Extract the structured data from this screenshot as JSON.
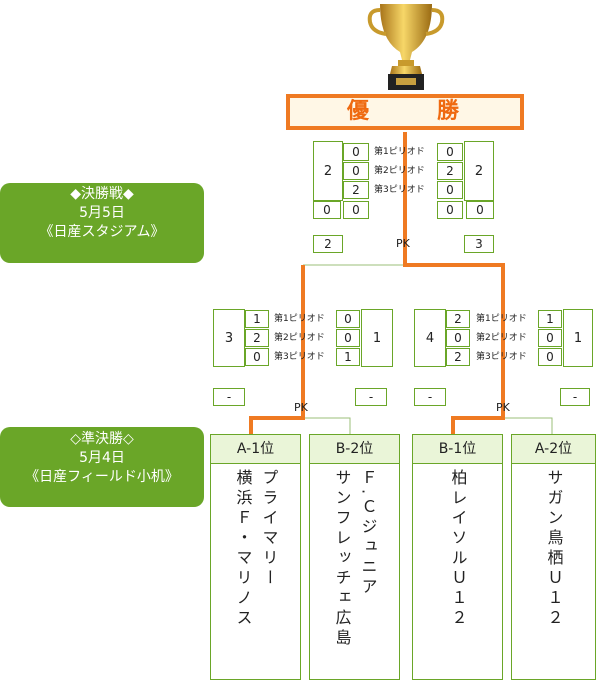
{
  "final": {
    "stage": "◆決勝戦◆",
    "date": "5月5日",
    "venue": "《日産スタジアム》",
    "champion_label": [
      "優",
      "勝"
    ],
    "left_total": "2",
    "right_total": "2",
    "left_periods": [
      "0",
      "0",
      "2"
    ],
    "right_periods": [
      "0",
      "2",
      "0"
    ],
    "left_extra": [
      "0",
      "0"
    ],
    "right_extra": [
      "0",
      "0"
    ],
    "period_labels": [
      "第1ピリオド",
      "第2ピリオド",
      "第3ピリオド"
    ],
    "pk_label": "PK",
    "left_pk": "2",
    "right_pk": "3"
  },
  "semi": {
    "stage": "◇準決勝◇",
    "date": "5月4日",
    "venue": "《日産フィールド小机》",
    "period_labels": [
      "第1ピリオド",
      "第2ピリオド",
      "第3ピリオド"
    ],
    "pk_label": "PK",
    "match1": {
      "left_total": "3",
      "right_total": "1",
      "left_periods": [
        "1",
        "2",
        "0"
      ],
      "right_periods": [
        "0",
        "0",
        "1"
      ],
      "left_pk": "-",
      "right_pk": "-"
    },
    "match2": {
      "left_total": "4",
      "right_total": "1",
      "left_periods": [
        "2",
        "0",
        "2"
      ],
      "right_periods": [
        "1",
        "0",
        "0"
      ],
      "left_pk": "-",
      "right_pk": "-"
    }
  },
  "teams": [
    {
      "rank": "A-1位",
      "name_lines": [
        "横浜Ｆ・マリノス",
        "プライマリー"
      ]
    },
    {
      "rank": "B-2位",
      "name_lines": [
        "サンフレッチェ広島",
        "Ｆ.Ｃジュニア"
      ]
    },
    {
      "rank": "B-1位",
      "name_lines": [
        "柏レイソルＵ１２"
      ]
    },
    {
      "rank": "A-2位",
      "name_lines": [
        "サガン鳥栖Ｕ１２"
      ]
    }
  ],
  "colors": {
    "accent": "#ef7a22",
    "green": "#6aa628",
    "gold": "#d9a520"
  },
  "icons": {
    "trophy": "trophy-icon"
  }
}
